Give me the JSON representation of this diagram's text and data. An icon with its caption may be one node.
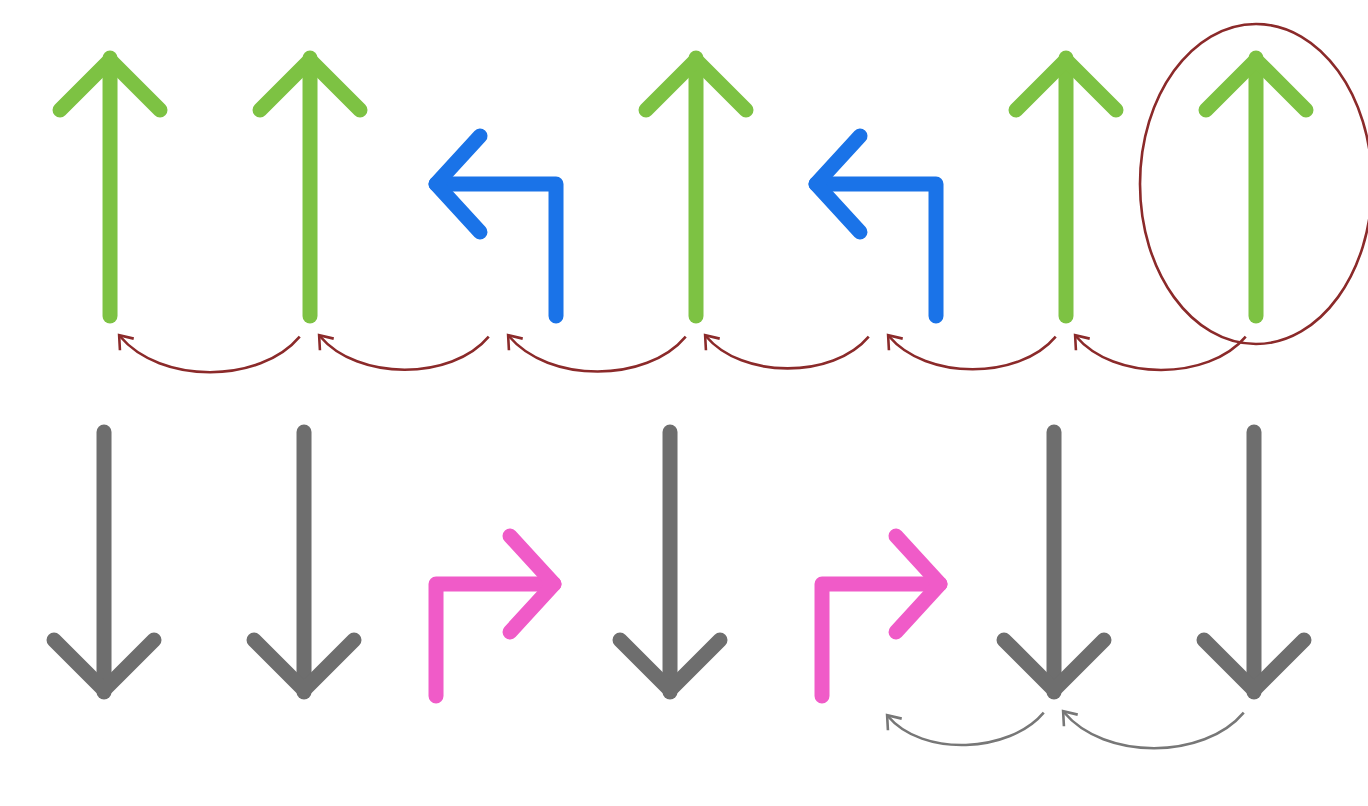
{
  "diagram": {
    "nodes": [
      {
        "text": [],
        "shape": "arrow"
      },
      {
        "text": [],
        "shape": "arrow"
      },
      {
        "text": [],
        "shape": "turn"
      },
      {
        "text": [],
        "shape": "arrow"
      },
      {
        "text": [],
        "shape": "turn"
      },
      {
        "text": [],
        "shape": "arrow"
      },
      {
        "text": [],
        "shape": "circle"
      },
      {
        "text": [],
        "shape": "arrow",
        "in": 6
      },
      {
        "text": [],
        "shape": "arrow"
      },
      {
        "text": [],
        "shape": "arrow"
      },
      {
        "text": [],
        "shape": "turn"
      },
      {
        "text": [],
        "shape": "arrow"
      },
      {
        "text": [],
        "shape": "turn"
      },
      {
        "text": [],
        "shape": "arrow"
      },
      {
        "text": [],
        "shape": "arrow"
      }
    ],
    "edges": [
      {
        "from": 1,
        "to": 0,
        "arrow": "to"
      },
      {
        "from": 2,
        "to": 1,
        "arrow": "to"
      },
      {
        "from": 3,
        "to": 2,
        "arrow": "to"
      },
      {
        "from": 4,
        "to": 3,
        "arrow": "to"
      },
      {
        "from": 5,
        "to": 4,
        "arrow": "to"
      },
      {
        "from": 7,
        "to": 5,
        "arrow": "to"
      },
      {
        "from": 14,
        "to": 13,
        "arrow": "to",
        "color": "#777777"
      },
      {
        "from": 13,
        "to": 12,
        "arrow": "to",
        "color": "#777777"
      }
    ]
  }
}
